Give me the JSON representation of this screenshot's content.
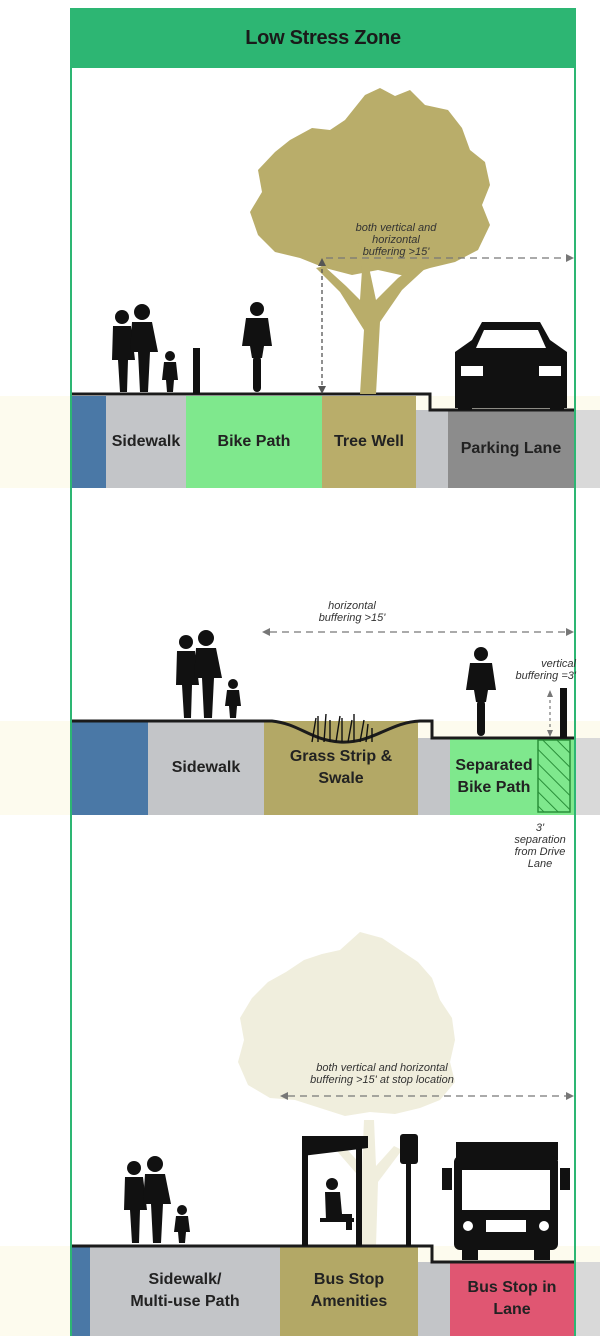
{
  "header": {
    "title": "Low Stress Zone"
  },
  "section1": {
    "segments": [
      "Sidewalk",
      "Bike Path",
      "Tree Well",
      "Parking Lane"
    ],
    "note": [
      "both vertical and",
      "horizontal",
      "buffering >15'"
    ]
  },
  "section2": {
    "segments": [
      "Sidewalk",
      "Grass Strip &",
      "Swale",
      "Separated",
      "Bike Path"
    ],
    "note_horizontal": [
      "horizontal",
      "buffering >15'"
    ],
    "note_vertical": [
      "vertical",
      "buffering =3'"
    ],
    "note_separation": [
      "3'",
      "separation",
      "from Drive",
      "Lane"
    ]
  },
  "section3": {
    "segments": [
      "Sidewalk/",
      "Multi-use Path",
      "Bus Stop",
      "Amenities",
      "Bus Stop in",
      "Lane"
    ],
    "note": [
      "both vertical and horizontal",
      "buffering >15' at stop location"
    ]
  },
  "colors": {
    "header": "#2db673",
    "blue": "#4a78a6",
    "sidewalk": "#c3c5c8",
    "bike": "#7fe88d",
    "tree": "#b9ad6a",
    "parking": "#8c8c8c",
    "grass": "#b3a866",
    "bus": "#e05672",
    "cream": "#fdfbee"
  }
}
